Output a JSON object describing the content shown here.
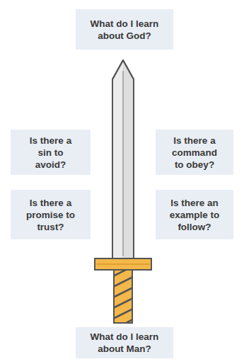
{
  "diagram": {
    "nodes": [
      {
        "text": [
          "What do I learn about God?"
        ]
      },
      {
        "text": [
          "Is there a sin to avoid?"
        ]
      },
      {
        "text": [
          "Is there a command to obey?"
        ]
      },
      {
        "text": [
          "Is there a promise to trust?"
        ]
      },
      {
        "text": [
          "Is there an example to follow?"
        ]
      },
      {
        "text": [
          "What do I learn about Man?"
        ]
      }
    ]
  }
}
